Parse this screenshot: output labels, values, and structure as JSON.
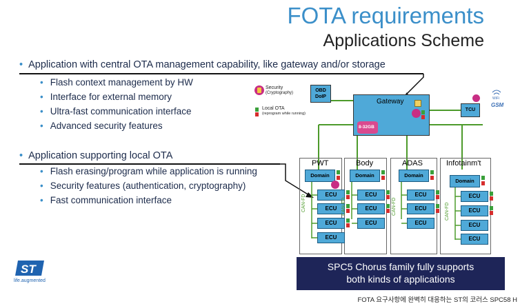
{
  "header": {
    "title": "FOTA requirements",
    "subtitle": "Applications Scheme"
  },
  "sections": [
    {
      "heading": "Application with central OTA management capability, like gateway and/or storage",
      "items": [
        "Flash context management by HW",
        "Interface for external memory",
        "Ultra-fast communication interface",
        "Advanced security features"
      ]
    },
    {
      "heading": "Application supporting local OTA",
      "items": [
        "Flash erasing/program while application is running",
        "Security features (authentication, cryptography)",
        "Fast communication interface"
      ]
    }
  ],
  "legend": {
    "security": "Security",
    "security_sub": "(Cryptography)",
    "local_ota": "Local OTA",
    "local_ota_sub": "(reprogram while running)"
  },
  "diagram": {
    "obd": "OBD\nDoIP",
    "gateway": "Gateway",
    "storage": "8-32GB",
    "tcu": "TCU",
    "wifi": "WiFi",
    "gsm": "GSM",
    "domain_label": "Domain",
    "ecu_label": "ECU",
    "bus_label": "CAN-FD",
    "domains": [
      "PWT",
      "Body",
      "ADAS",
      "Infotainm't"
    ]
  },
  "banner": {
    "line1": "SPC5 Chorus family fully supports",
    "line2": "both kinds of applications"
  },
  "logo": {
    "text": "life.augmented"
  },
  "footer": {
    "caption": "FOTA 요구사항에 완벽히 대응하는 ST의 코러스 SPC58 H"
  },
  "colors": {
    "title": "#3b8fc9",
    "box_blue": "#4fa9d8",
    "line_green": "#4c9a2a",
    "banner": "#1e2558",
    "storage": "#d94a8f"
  }
}
